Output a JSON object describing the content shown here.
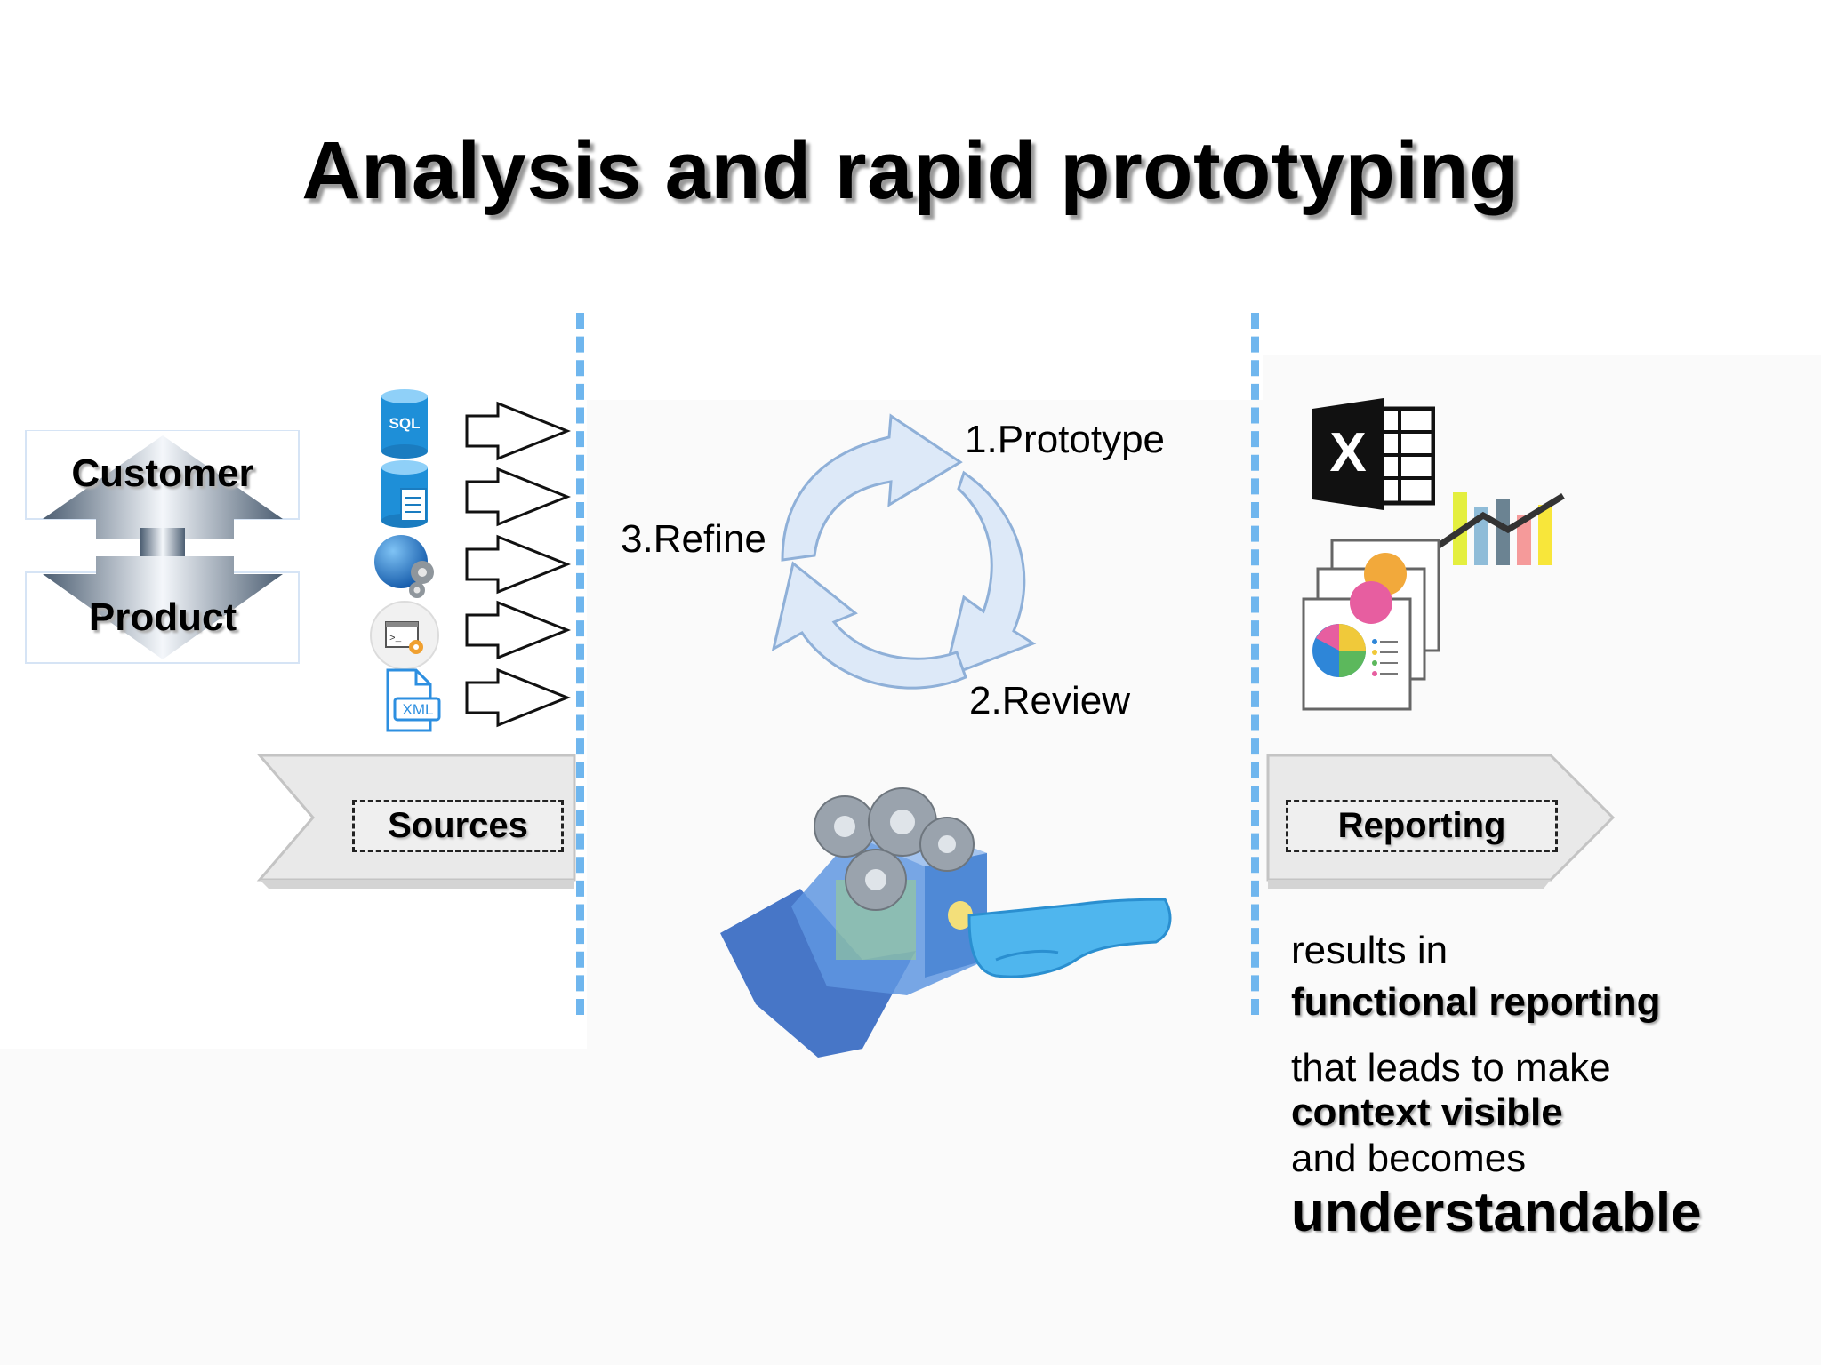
{
  "title": "Analysis and rapid prototyping",
  "customer_product": {
    "top": "Customer",
    "bottom": "Product"
  },
  "sources": {
    "icons": [
      "sql-database-icon",
      "document-database-icon",
      "web-service-icon",
      "script-settings-icon",
      "xml-file-icon"
    ],
    "sql_label": "SQL",
    "xml_label": "XML",
    "label": "Sources"
  },
  "cycle": {
    "step1": "1.Prototype",
    "step2": "2.Review",
    "step3": "3.Refine"
  },
  "reporting": {
    "label": "Reporting",
    "icons": [
      "excel-icon",
      "bar-line-chart-icon",
      "pie-report-stack-icon"
    ],
    "excel_letter": "X"
  },
  "results": {
    "line1": "results in",
    "line2": "functional reporting",
    "line3": "that leads to make",
    "line4": "context visible",
    "line5": "and becomes",
    "line6": "understandable"
  },
  "colors": {
    "dashed_divider": "#6fb6ee",
    "cycle_arrow": "#dde9f8",
    "cube_blue": "#4a86d4"
  }
}
